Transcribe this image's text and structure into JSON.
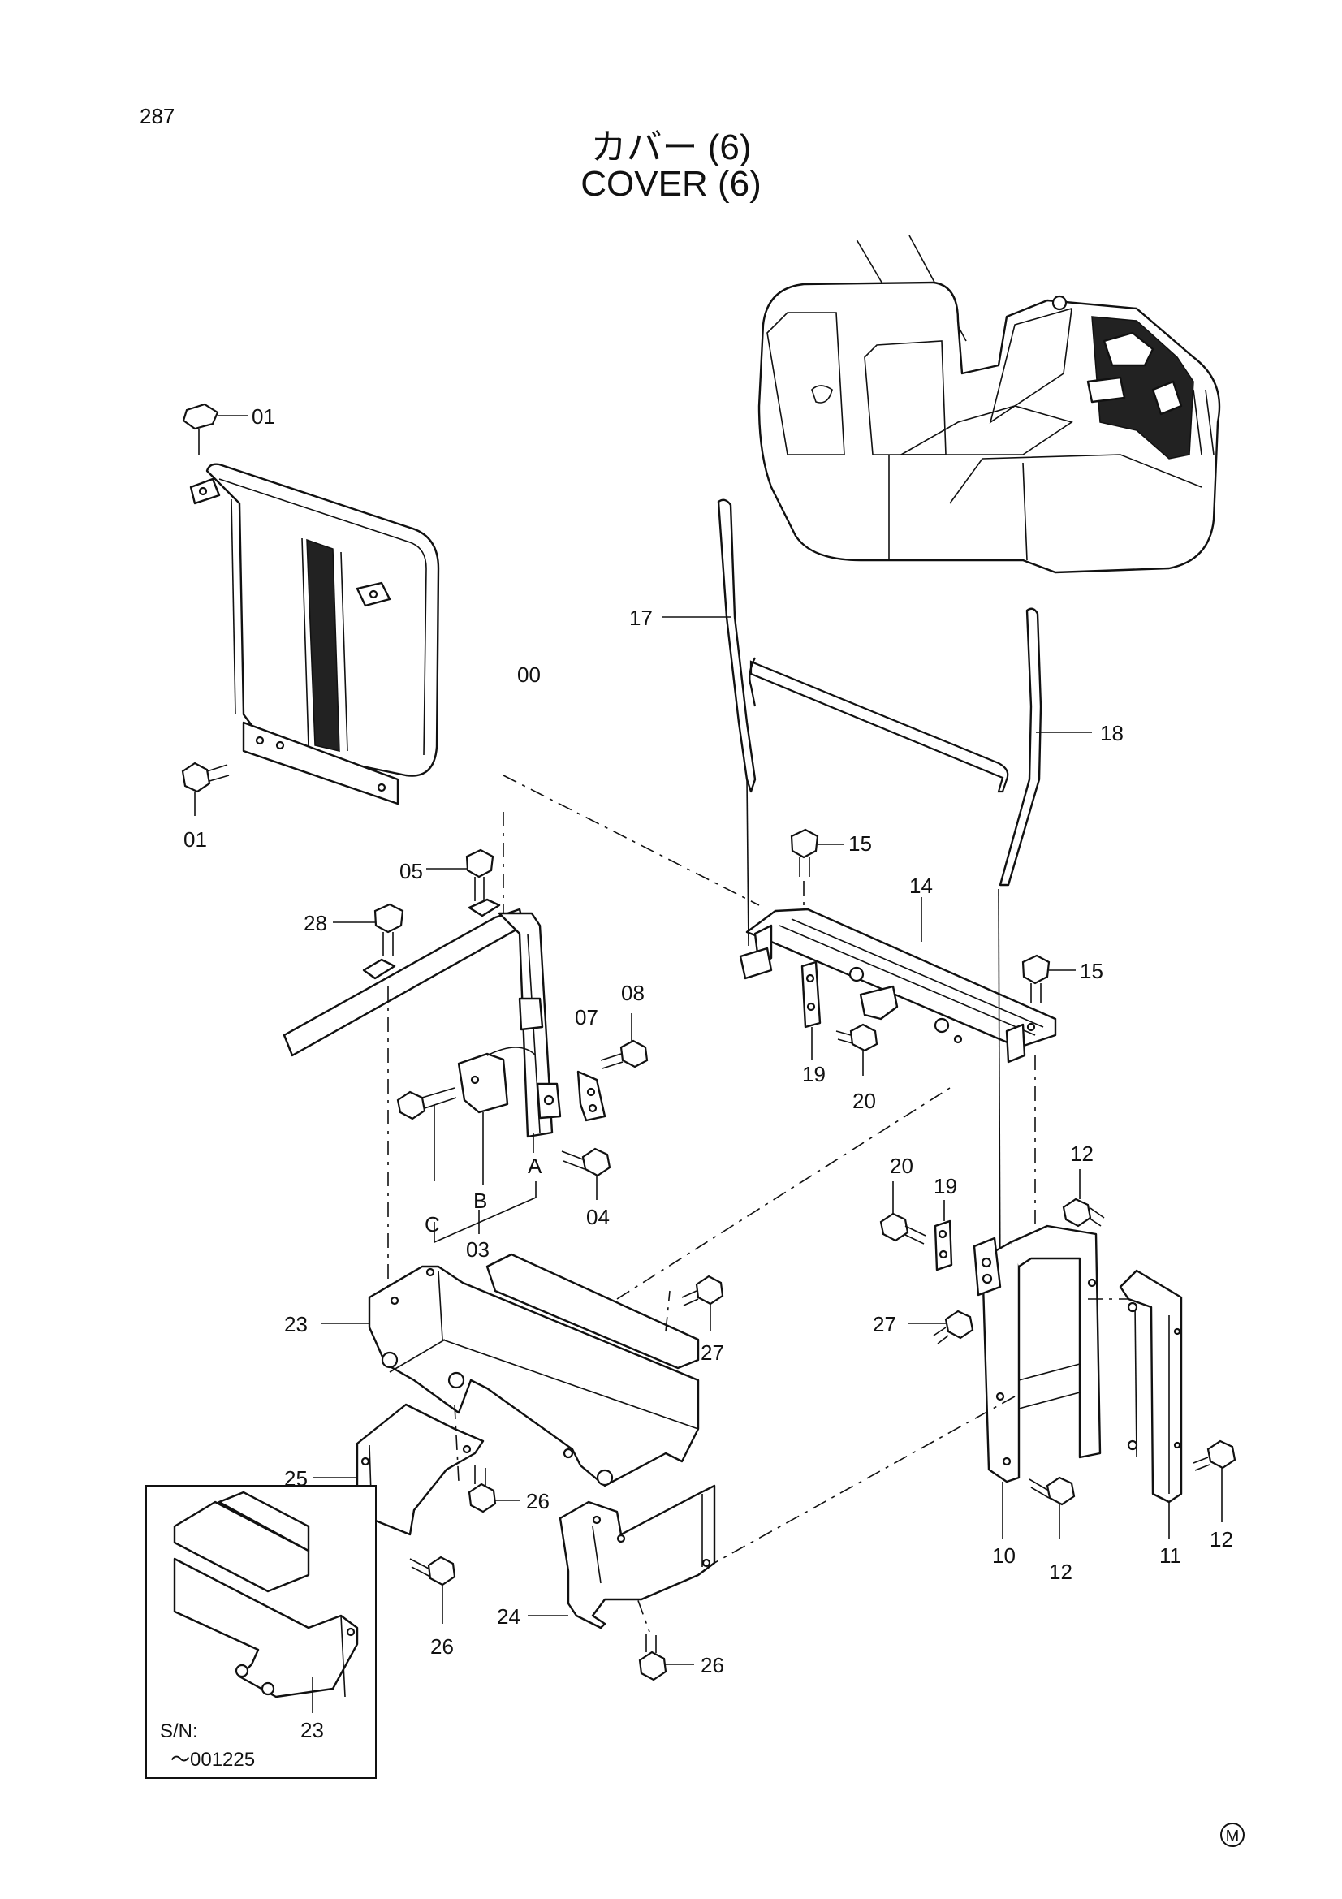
{
  "page_number": "287",
  "title_jp": "カバー (6)",
  "title_en": "COVER (6)",
  "callouts": {
    "c00": "00",
    "c01a": "01",
    "c01b": "01",
    "c03": "03",
    "c04": "04",
    "c05": "05",
    "c07": "07",
    "c08": "08",
    "c10": "10",
    "c11": "11",
    "c12a": "12",
    "c12b": "12",
    "c12c": "12",
    "c14": "14",
    "c15a": "15",
    "c15b": "15",
    "c17": "17",
    "c18": "18",
    "c19a": "19",
    "c19b": "19",
    "c20a": "20",
    "c20b": "20",
    "c23a": "23",
    "c23b": "23",
    "c24": "24",
    "c25": "25",
    "c26a": "26",
    "c26b": "26",
    "c26c": "26",
    "c27a": "27",
    "c27b": "27",
    "c28": "28",
    "refA": "A",
    "refB": "B",
    "refC": "C"
  },
  "inset": {
    "sn_label": "S/N:",
    "sn_range": "～001225"
  },
  "mark": "M"
}
